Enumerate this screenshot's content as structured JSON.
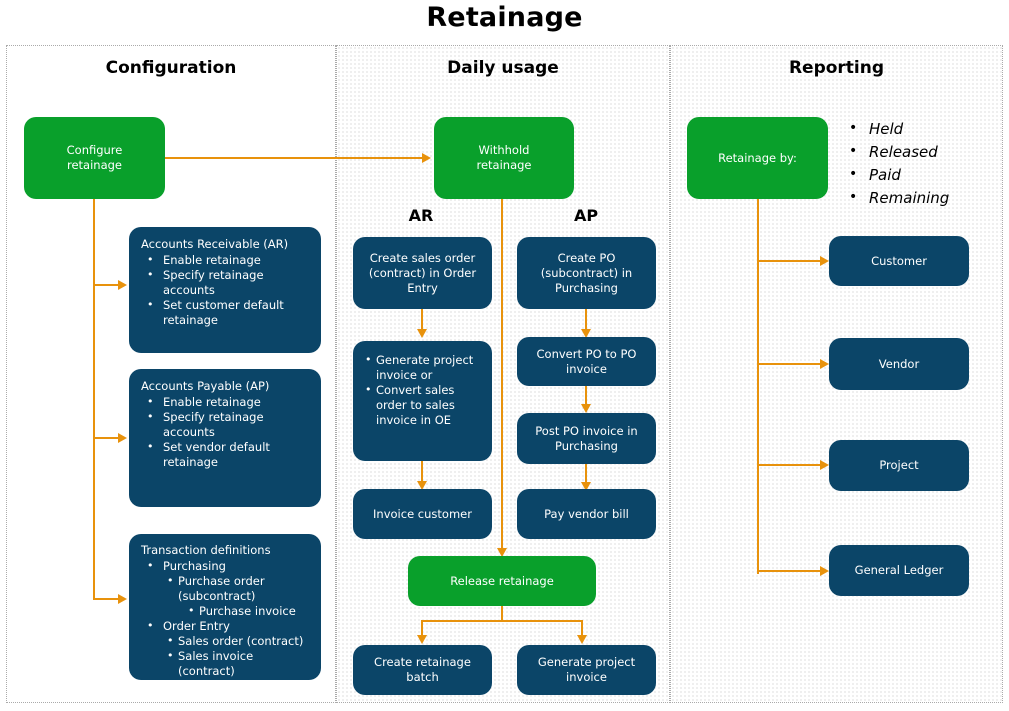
{
  "title": "Retainage",
  "accent_colors": {
    "green": "#09A02B",
    "navy": "#0B4568",
    "connector_orange": "#E8920C",
    "panel_border": "#AAAAAA",
    "text_on_node": "#FFFFFF"
  },
  "panels": [
    {
      "id": "configuration",
      "header": "Configuration"
    },
    {
      "id": "daily_usage",
      "header": "Daily usage"
    },
    {
      "id": "reporting",
      "header": "Reporting"
    }
  ],
  "configuration": {
    "start_node": "Configure\nretainage",
    "start_node_line1": "Configure",
    "start_node_line2": "retainage",
    "ar_box": {
      "title": "Accounts Receivable (AR)",
      "items": [
        "Enable retainage",
        "Specify retainage accounts",
        "Set customer default retainage"
      ]
    },
    "ap_box": {
      "title": "Accounts Payable (AP)",
      "items": [
        "Enable retainage",
        "Specify retainage accounts",
        "Set vendor default retainage"
      ]
    },
    "txn_box": {
      "title": "Transaction definitions",
      "groups": [
        {
          "label": "Purchasing",
          "children": [
            {
              "label": "Purchase order (subcontract)",
              "children": [
                "Purchase invoice"
              ]
            }
          ]
        },
        {
          "label": "Order Entry",
          "children": [
            {
              "label": "Sales order (contract)",
              "children": []
            },
            {
              "label": "Sales invoice (contract)",
              "children": []
            }
          ]
        }
      ]
    }
  },
  "daily_usage": {
    "withhold": "Withhold retainage",
    "withhold_line1": "Withhold",
    "withhold_line2": "retainage",
    "ar_label": "AR",
    "ap_label": "AP",
    "ar_flow": {
      "step1": "Create sales order (contract) in Order Entry",
      "step2_items": [
        "Generate project invoice or",
        "Convert sales order to sales invoice in OE"
      ],
      "step3": "Invoice customer"
    },
    "ap_flow": {
      "step1": "Create PO (subcontract) in Purchasing",
      "step2": "Convert PO to PO invoice",
      "step3": "Post PO invoice in Purchasing",
      "step4": "Pay vendor bill"
    },
    "release": "Release retainage",
    "release_outputs": [
      "Create retainage batch",
      "Generate project invoice"
    ]
  },
  "reporting": {
    "retainage_by": "Retainage by:",
    "legend": [
      "Held",
      "Released",
      "Paid",
      "Remaining"
    ],
    "targets": [
      "Customer",
      "Vendor",
      "Project",
      "General Ledger"
    ]
  }
}
